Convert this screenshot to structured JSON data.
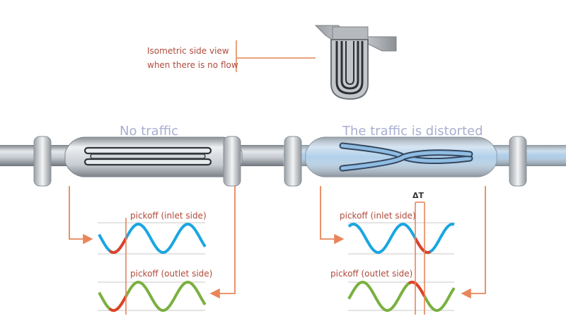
{
  "callout": {
    "line1": "Isometric side view",
    "line2": "when there is no flow"
  },
  "panels": {
    "left": {
      "heading": "No traffic",
      "inlet_label": "pickoff (inlet side)",
      "outlet_label": "pickoff (outlet side)"
    },
    "right": {
      "heading": "The traffic is distorted",
      "inlet_label": "pickoff (inlet side)",
      "outlet_label": "pickoff (outlet side)",
      "delta_label": "ΔT"
    }
  },
  "colors": {
    "inlet_wave": "#1aa6e0",
    "outlet_wave": "#7ab040",
    "highlight": "#e0402a",
    "arrow": "#e8865a",
    "caption_text": "#b04a3c",
    "heading_text": "#a9aed0",
    "no_flow_tubes": "#2f3438",
    "distorted_tubes": "#6e9cc6"
  }
}
